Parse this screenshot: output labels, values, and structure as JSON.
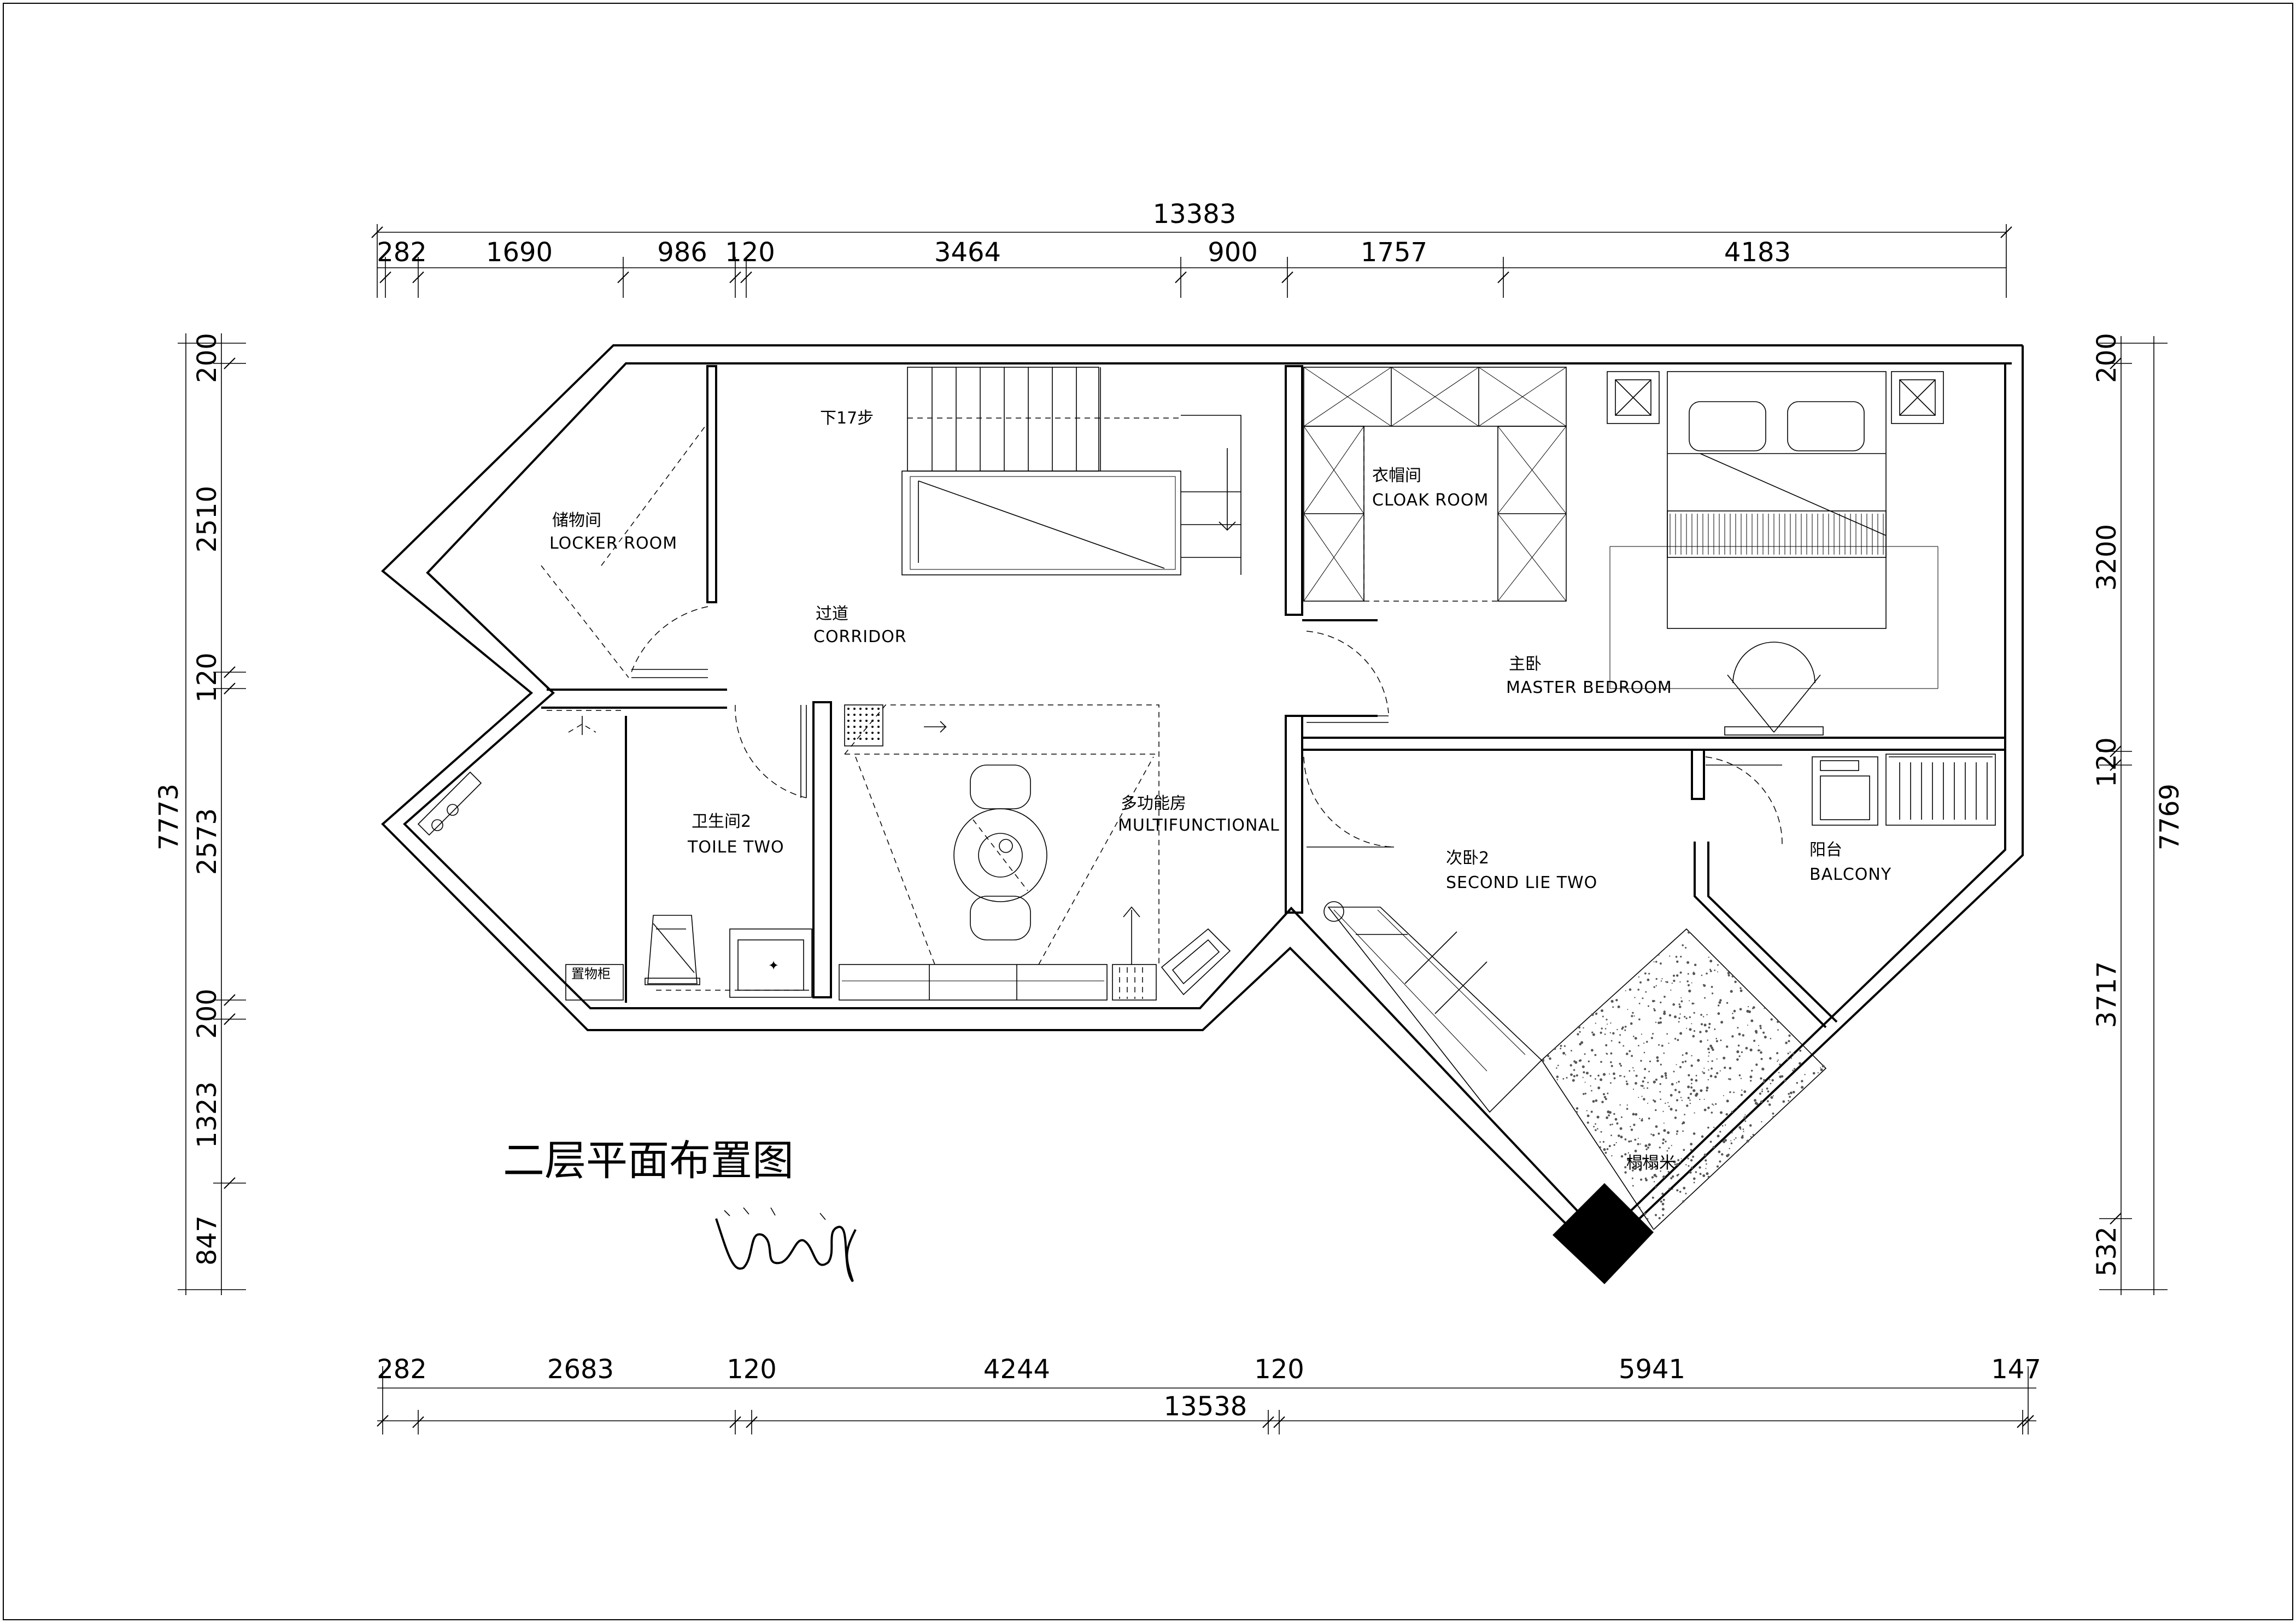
{
  "drawing": {
    "title": "二层平面布置图",
    "signature": "签名"
  },
  "dims": {
    "top_total": "13383",
    "top": [
      "282",
      "1690",
      "986",
      "120",
      "3464",
      "900",
      "1757",
      "4183"
    ],
    "bottom": [
      "282",
      "2683",
      "120",
      "4244",
      "120",
      "5941",
      "147"
    ],
    "bottom_total": "13538",
    "left": [
      "200",
      "2510",
      "120",
      "2573",
      "200",
      "1323",
      "847"
    ],
    "left_total": "7773",
    "right": [
      "200",
      "3200",
      "120",
      "3717",
      "532"
    ],
    "right_total": "7769"
  },
  "rooms": {
    "locker": {
      "cn": "储物间",
      "en": "LOCKER ROOM"
    },
    "corridor": {
      "cn": "过道",
      "en": "CORRIDOR"
    },
    "cloak": {
      "cn": "衣帽间",
      "en": "CLOAK ROOM"
    },
    "master": {
      "cn": "主卧",
      "en": "MASTER BEDROOM"
    },
    "toilet": {
      "cn": "卫生间2",
      "en": "TOILE TWO"
    },
    "multi": {
      "cn": "多功能房",
      "en": "MULTIFUNCTIONAL"
    },
    "second": {
      "cn": "次卧2",
      "en": "SECOND LIE TWO"
    },
    "balcony": {
      "cn": "阳台",
      "en": "BALCONY"
    }
  },
  "labels": {
    "stairs": "下17步",
    "cabinet": "置物柜",
    "tatami": "榻榻米"
  }
}
